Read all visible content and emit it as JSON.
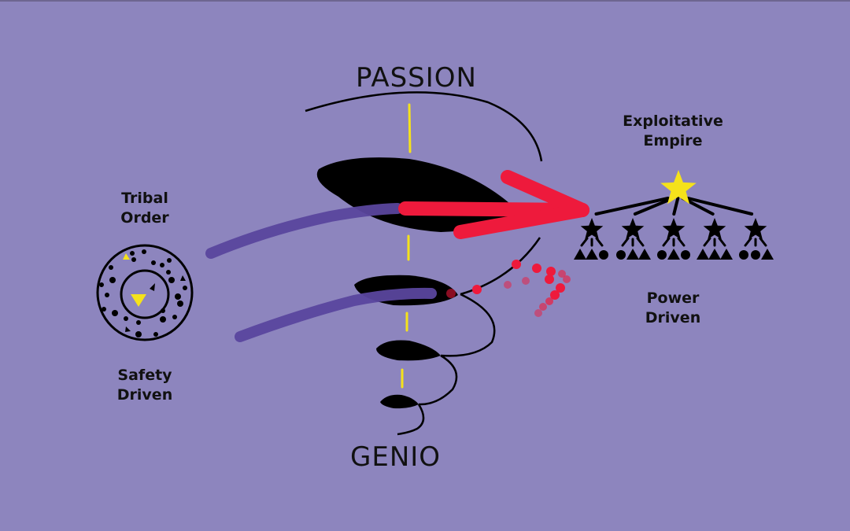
{
  "diagram": {
    "center_axis": {
      "top_label": "PASSION",
      "bottom_label": "GENIO"
    },
    "left_group": {
      "title_line1": "Tribal",
      "title_line2": "Order",
      "subtitle_line1": "Safety",
      "subtitle_line2": "Driven"
    },
    "right_group": {
      "title_line1": "Exploitative",
      "title_line2": "Empire",
      "subtitle_line1": "Power",
      "subtitle_line2": "Driven",
      "hierarchy": {
        "leader": "star",
        "subordinates": [
          {
            "node": "star",
            "children": [
              "triangle",
              "triangle",
              "circle"
            ]
          },
          {
            "node": "star",
            "children": [
              "circle",
              "triangle",
              "triangle"
            ]
          },
          {
            "node": "star",
            "children": [
              "circle",
              "triangle",
              "circle"
            ]
          },
          {
            "node": "star",
            "children": [
              "triangle",
              "triangle",
              "triangle"
            ]
          },
          {
            "node": "star",
            "children": [
              "circle",
              "circle",
              "triangle"
            ]
          }
        ]
      }
    },
    "colors": {
      "background": "#8d85be",
      "ink": "#000000",
      "axis_yellow": "#f5e21b",
      "accent_red": "#ee1a3c",
      "stroke_purple": "#5a469e",
      "leader_star": "#f5e21b"
    }
  }
}
